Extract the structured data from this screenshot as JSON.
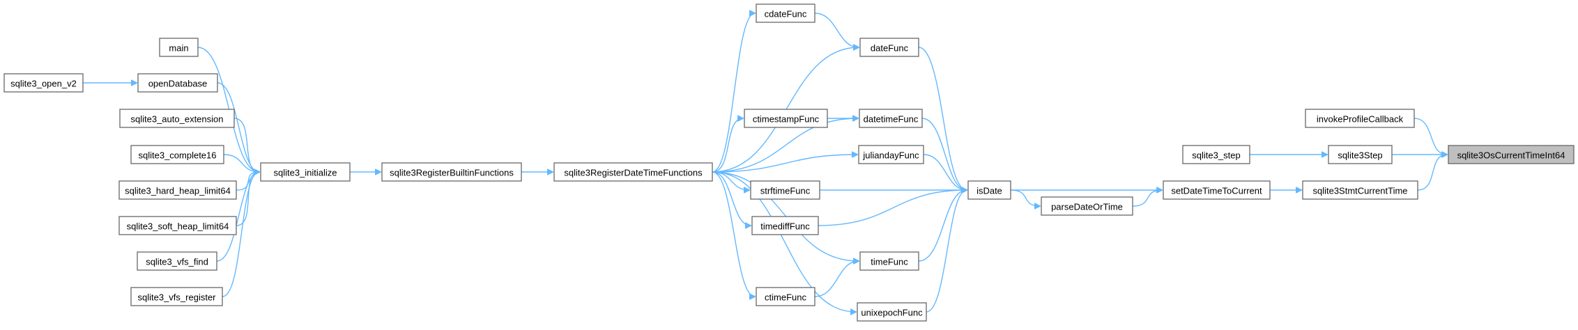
{
  "graph": {
    "title": "",
    "colors": {
      "edge": "#63b8ff",
      "node_border": "#666666",
      "node_fill": "#ffffff",
      "highlight_fill": "#bfbfbf"
    },
    "nodes": [
      {
        "id": "sqlite3_open_v2",
        "label": "sqlite3_open_v2"
      },
      {
        "id": "main",
        "label": "main"
      },
      {
        "id": "openDatabase",
        "label": "openDatabase"
      },
      {
        "id": "sqlite3_auto_extension",
        "label": "sqlite3_auto_extension"
      },
      {
        "id": "sqlite3_complete16",
        "label": "sqlite3_complete16"
      },
      {
        "id": "sqlite3_hard_heap_limit64",
        "label": "sqlite3_hard_heap_limit64"
      },
      {
        "id": "sqlite3_soft_heap_limit64",
        "label": "sqlite3_soft_heap_limit64"
      },
      {
        "id": "sqlite3_vfs_find",
        "label": "sqlite3_vfs_find"
      },
      {
        "id": "sqlite3_vfs_register",
        "label": "sqlite3_vfs_register"
      },
      {
        "id": "sqlite3_initialize",
        "label": "sqlite3_initialize"
      },
      {
        "id": "sqlite3RegisterBuiltinFunctions",
        "label": "sqlite3RegisterBuiltinFunctions"
      },
      {
        "id": "sqlite3RegisterDateTimeFunctions",
        "label": "sqlite3RegisterDateTimeFunctions"
      },
      {
        "id": "cdateFunc",
        "label": "cdateFunc"
      },
      {
        "id": "dateFunc",
        "label": "dateFunc"
      },
      {
        "id": "ctimestampFunc",
        "label": "ctimestampFunc"
      },
      {
        "id": "datetimeFunc",
        "label": "datetimeFunc"
      },
      {
        "id": "juliandayFunc",
        "label": "juliandayFunc"
      },
      {
        "id": "strftimeFunc",
        "label": "strftimeFunc"
      },
      {
        "id": "timediffFunc",
        "label": "timediffFunc"
      },
      {
        "id": "timeFunc",
        "label": "timeFunc"
      },
      {
        "id": "ctimeFunc",
        "label": "ctimeFunc"
      },
      {
        "id": "unixepochFunc",
        "label": "unixepochFunc"
      },
      {
        "id": "isDate",
        "label": "isDate"
      },
      {
        "id": "parseDateOrTime",
        "label": "parseDateOrTime"
      },
      {
        "id": "setDateTimeToCurrent",
        "label": "setDateTimeToCurrent"
      },
      {
        "id": "sqlite3_step",
        "label": "sqlite3_step"
      },
      {
        "id": "sqlite3Step",
        "label": "sqlite3Step"
      },
      {
        "id": "invokeProfileCallback",
        "label": "invokeProfileCallback"
      },
      {
        "id": "sqlite3StmtCurrentTime",
        "label": "sqlite3StmtCurrentTime"
      },
      {
        "id": "sqlite3OsCurrentTimeInt64",
        "label": "sqlite3OsCurrentTimeInt64",
        "highlight": true
      }
    ],
    "edges": [
      [
        "sqlite3_open_v2",
        "openDatabase"
      ],
      [
        "main",
        "sqlite3_initialize"
      ],
      [
        "openDatabase",
        "sqlite3_initialize"
      ],
      [
        "sqlite3_auto_extension",
        "sqlite3_initialize"
      ],
      [
        "sqlite3_complete16",
        "sqlite3_initialize"
      ],
      [
        "sqlite3_hard_heap_limit64",
        "sqlite3_initialize"
      ],
      [
        "sqlite3_soft_heap_limit64",
        "sqlite3_initialize"
      ],
      [
        "sqlite3_vfs_find",
        "sqlite3_initialize"
      ],
      [
        "sqlite3_vfs_register",
        "sqlite3_initialize"
      ],
      [
        "sqlite3_initialize",
        "sqlite3RegisterBuiltinFunctions"
      ],
      [
        "sqlite3RegisterBuiltinFunctions",
        "sqlite3RegisterDateTimeFunctions"
      ],
      [
        "sqlite3RegisterDateTimeFunctions",
        "cdateFunc"
      ],
      [
        "sqlite3RegisterDateTimeFunctions",
        "dateFunc"
      ],
      [
        "sqlite3RegisterDateTimeFunctions",
        "ctimestampFunc"
      ],
      [
        "sqlite3RegisterDateTimeFunctions",
        "datetimeFunc"
      ],
      [
        "sqlite3RegisterDateTimeFunctions",
        "juliandayFunc"
      ],
      [
        "sqlite3RegisterDateTimeFunctions",
        "strftimeFunc"
      ],
      [
        "sqlite3RegisterDateTimeFunctions",
        "timediffFunc"
      ],
      [
        "sqlite3RegisterDateTimeFunctions",
        "timeFunc"
      ],
      [
        "sqlite3RegisterDateTimeFunctions",
        "ctimeFunc"
      ],
      [
        "sqlite3RegisterDateTimeFunctions",
        "unixepochFunc"
      ],
      [
        "cdateFunc",
        "dateFunc"
      ],
      [
        "ctimestampFunc",
        "datetimeFunc"
      ],
      [
        "ctimeFunc",
        "timeFunc"
      ],
      [
        "dateFunc",
        "isDate"
      ],
      [
        "datetimeFunc",
        "isDate"
      ],
      [
        "juliandayFunc",
        "isDate"
      ],
      [
        "strftimeFunc",
        "isDate"
      ],
      [
        "timediffFunc",
        "isDate"
      ],
      [
        "timeFunc",
        "isDate"
      ],
      [
        "unixepochFunc",
        "isDate"
      ],
      [
        "isDate",
        "parseDateOrTime"
      ],
      [
        "isDate",
        "setDateTimeToCurrent"
      ],
      [
        "parseDateOrTime",
        "setDateTimeToCurrent"
      ],
      [
        "setDateTimeToCurrent",
        "sqlite3StmtCurrentTime"
      ],
      [
        "sqlite3_step",
        "sqlite3Step"
      ],
      [
        "sqlite3Step",
        "sqlite3OsCurrentTimeInt64"
      ],
      [
        "invokeProfileCallback",
        "sqlite3OsCurrentTimeInt64"
      ],
      [
        "sqlite3StmtCurrentTime",
        "sqlite3OsCurrentTimeInt64"
      ]
    ]
  }
}
